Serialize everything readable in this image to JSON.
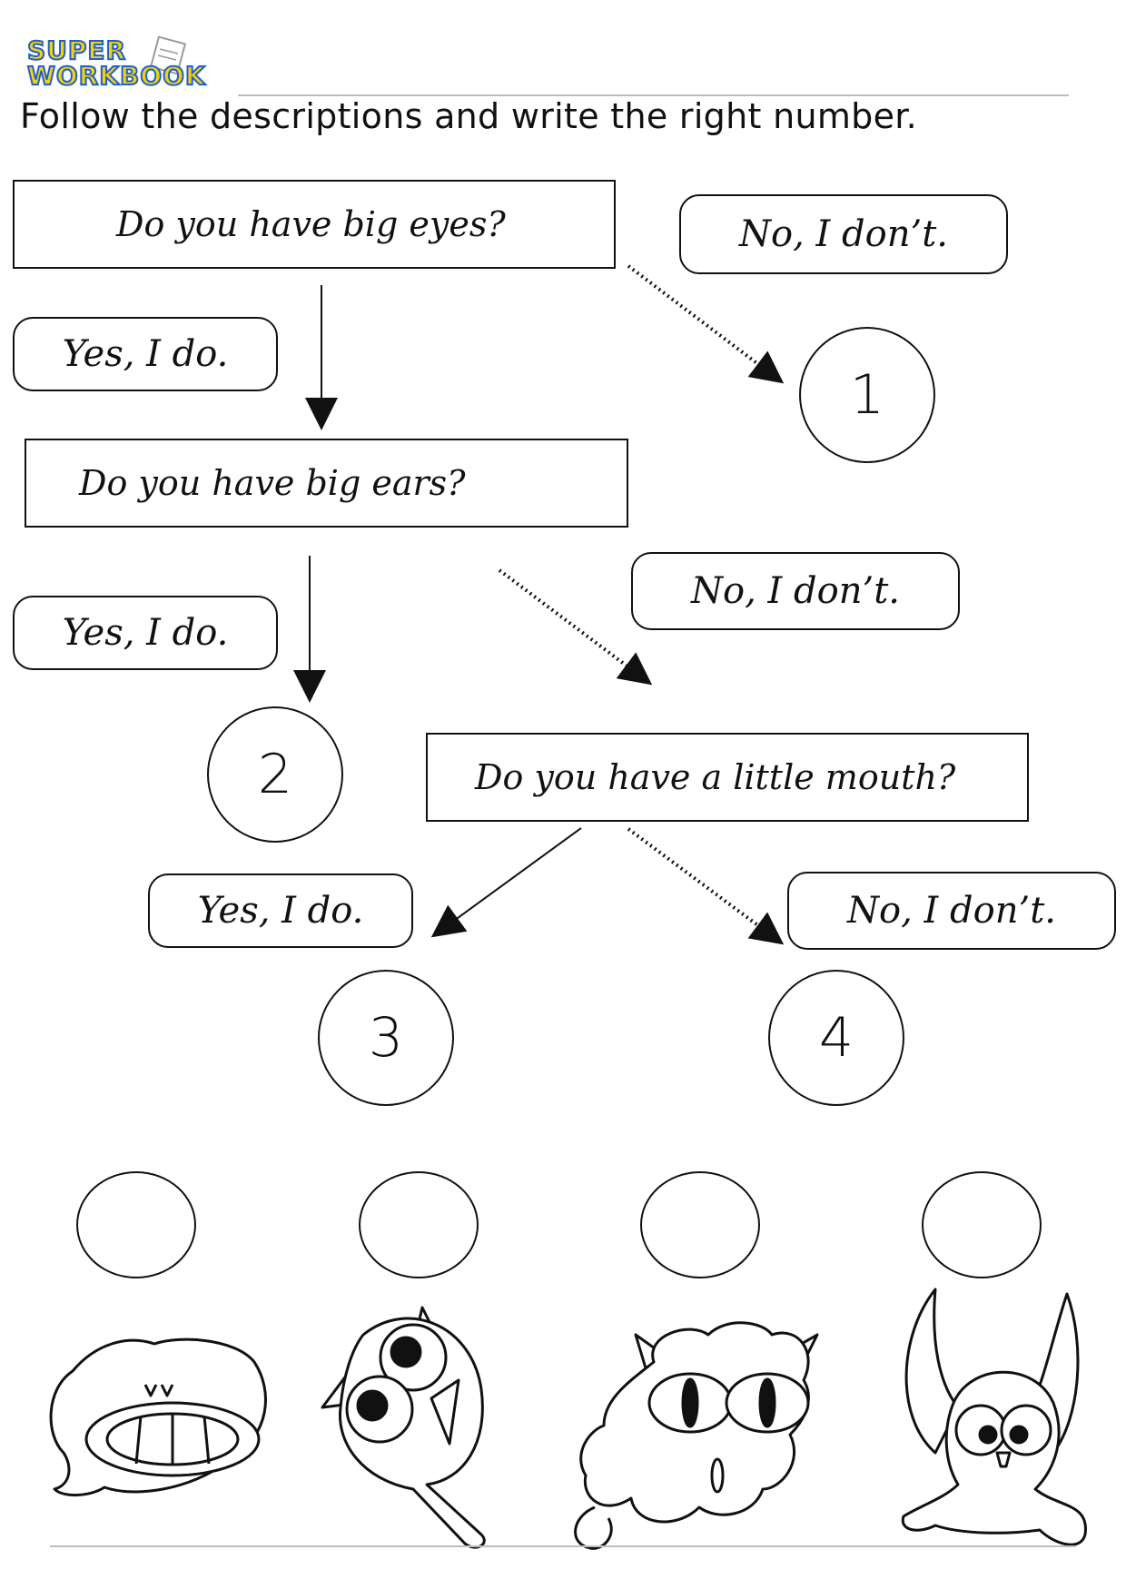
{
  "brand": {
    "line1": "SUPER",
    "line2": "WORKBOOK",
    "fill_color": "#f7d200",
    "outline_color": "#1c5fd6",
    "icon": "notepad-icon"
  },
  "instruction": "Follow the descriptions and write the right number.",
  "questions": [
    {
      "text": "Do you have big eyes?"
    },
    {
      "text": "Do you have big ears?"
    },
    {
      "text": "Do you have a little mouth?"
    }
  ],
  "answers": {
    "yes": "Yes, I do.",
    "no": "No, I don’t."
  },
  "numbers": [
    "1",
    "2",
    "3",
    "4"
  ],
  "monsters": [
    "monster-wide-mouth",
    "monster-round-big-eyes",
    "monster-fluffy-cat",
    "monster-long-ears"
  ]
}
